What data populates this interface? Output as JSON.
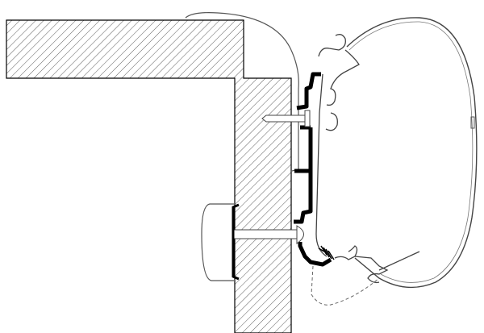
{
  "diagram": {
    "subject": "awning-mounting-adapter-cross-section",
    "colors": {
      "background": "#ffffff",
      "outline": "#000000",
      "hatch": "#333333",
      "profile_fill": "#000000",
      "thin_line": "#555555"
    },
    "parts": [
      "wall",
      "roof",
      "adapter-rail",
      "awning-case",
      "upper-bolt",
      "lower-bolt",
      "backing-plate",
      "spring",
      "dashed-closure-line"
    ]
  }
}
